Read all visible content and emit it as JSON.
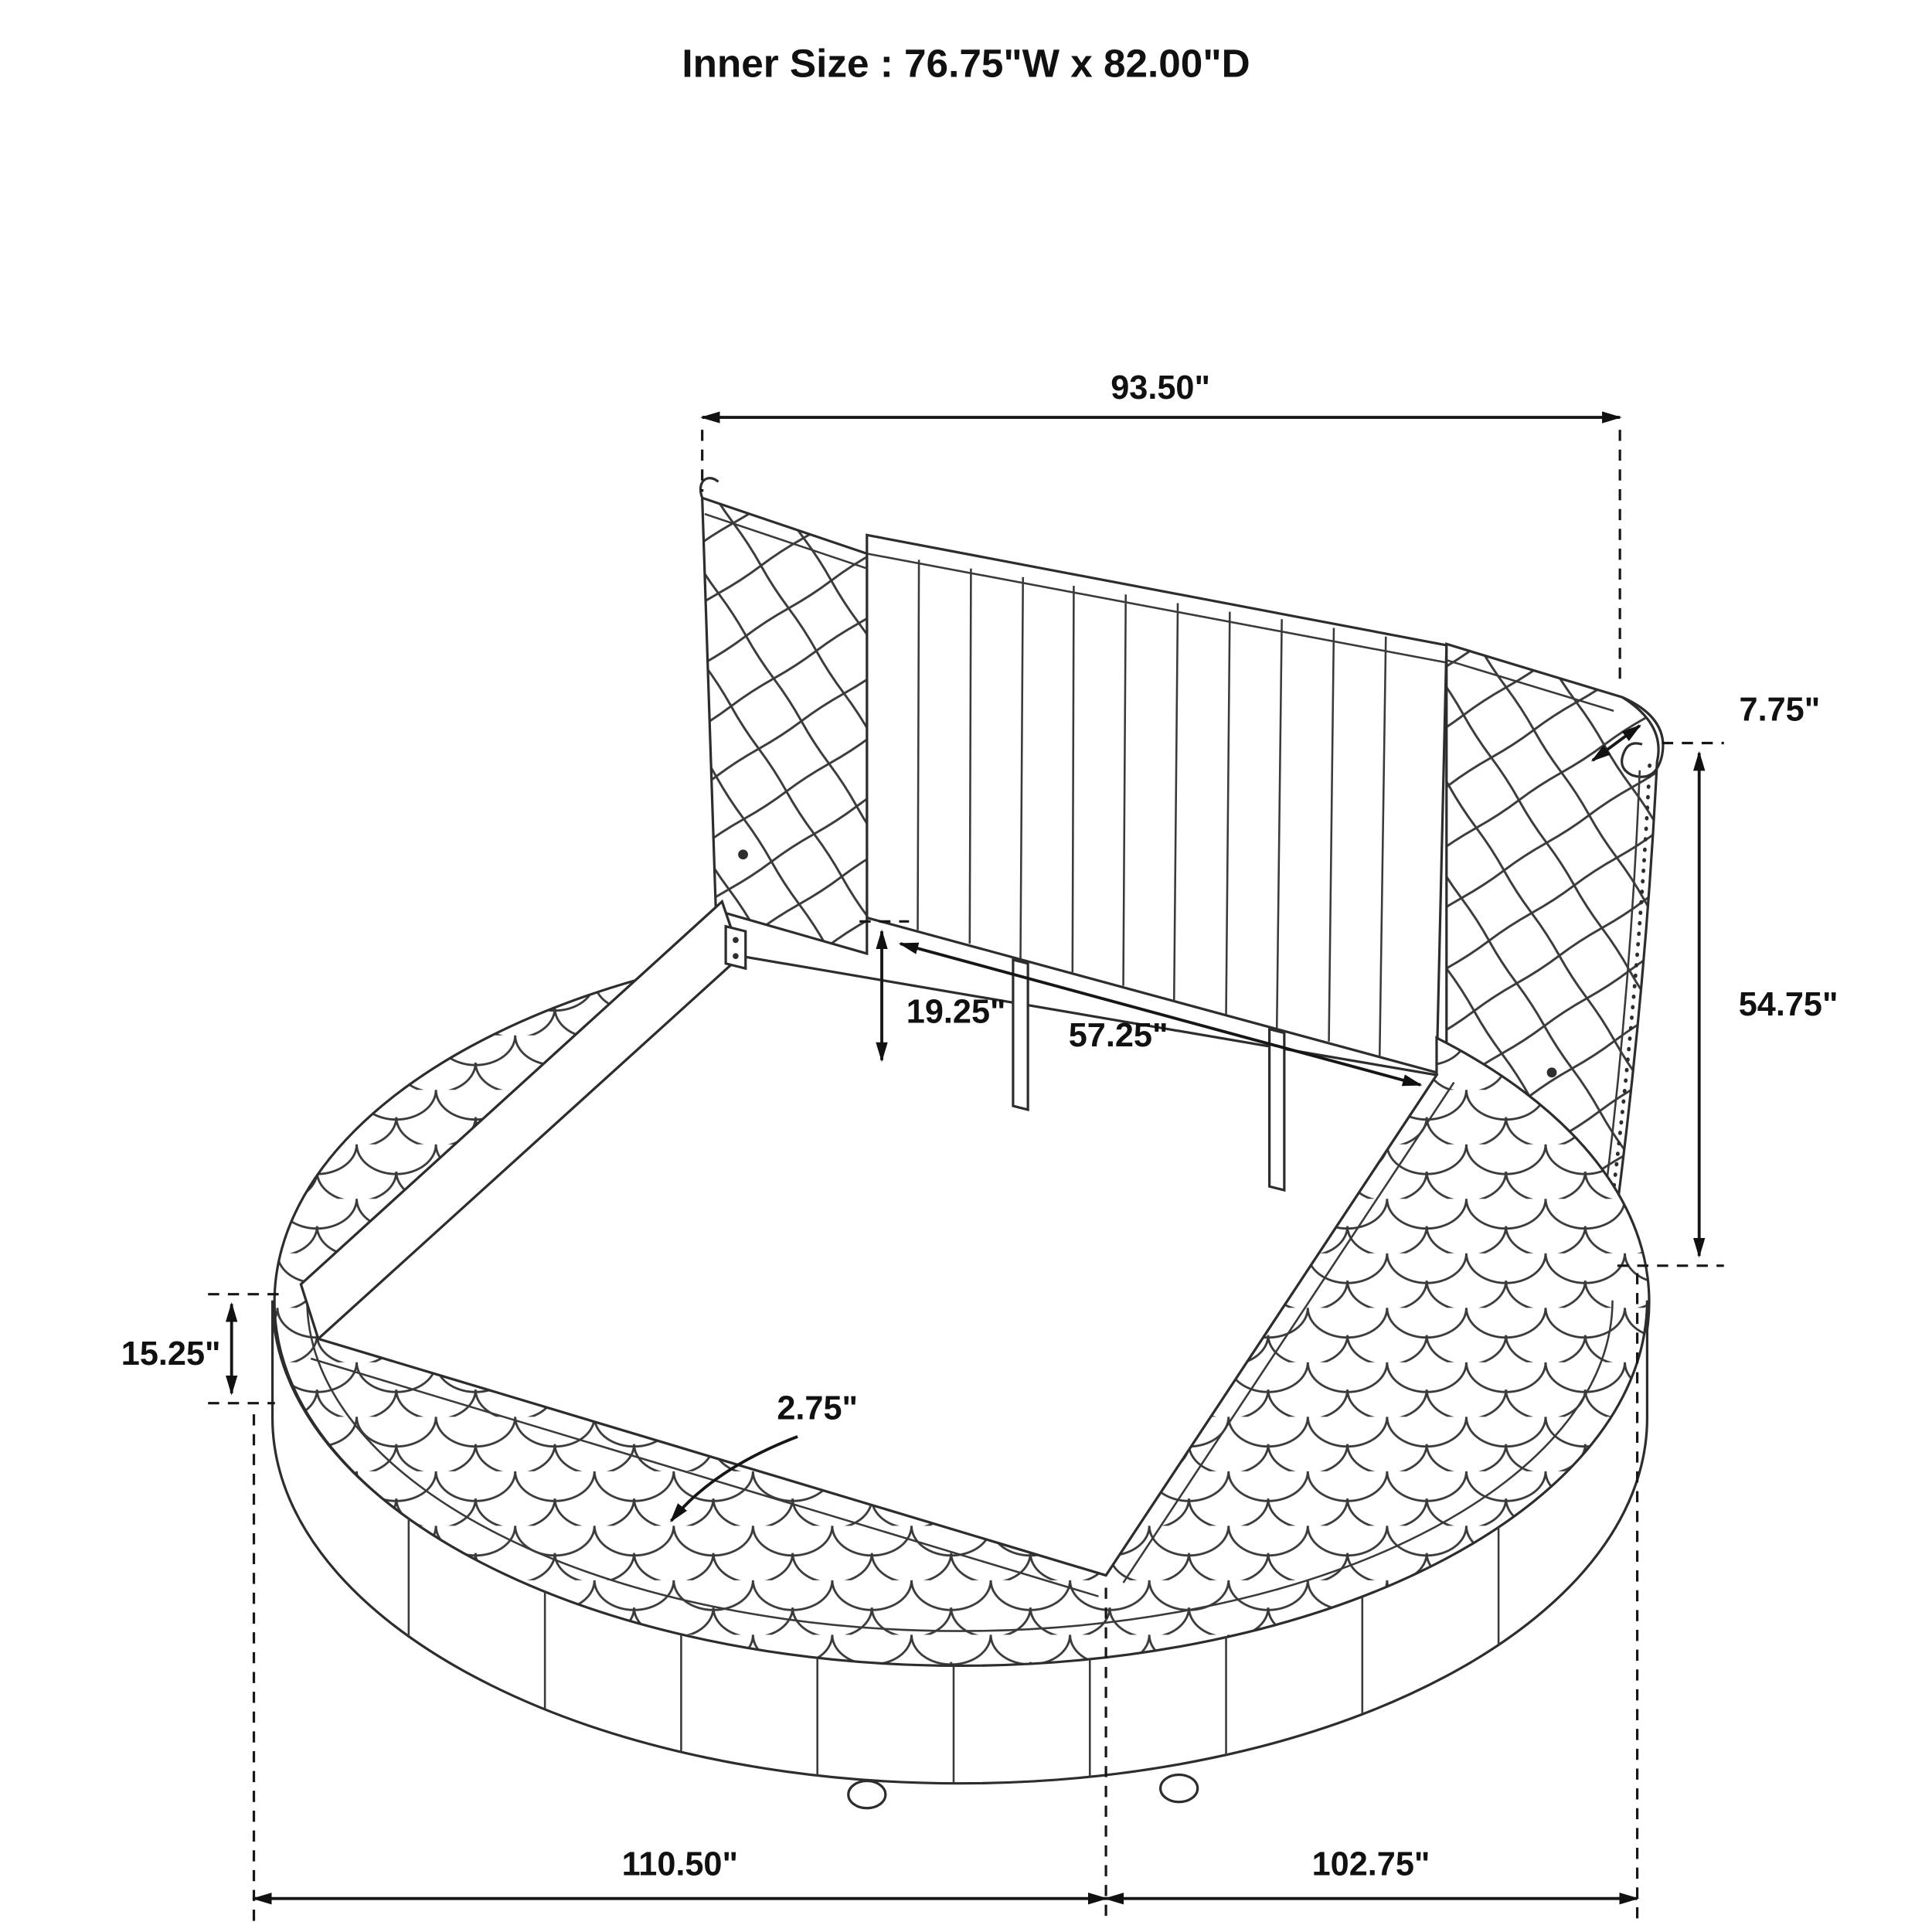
{
  "title": "Inner Size : 76.75\"W x 82.00\"D",
  "dimensions": {
    "headboard_width": "93.50\"",
    "wing_thickness": "7.75\"",
    "headboard_height": "54.75\"",
    "panel_to_deck": "19.25\"",
    "inner_headboard_width": "57.25\"",
    "base_height": "15.25\"",
    "cushion_thickness": "2.75\"",
    "overall_depth": "110.50\"",
    "overall_width": "102.75\""
  }
}
